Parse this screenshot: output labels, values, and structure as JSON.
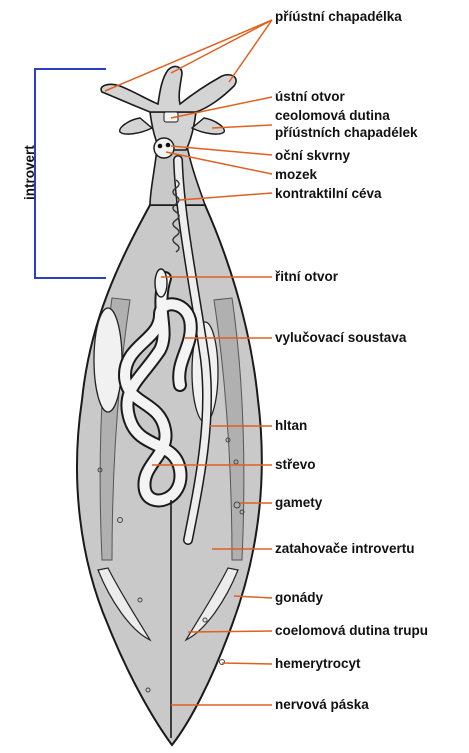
{
  "side_label": "introvert",
  "labels": {
    "tentacles": "příústní chapadélka",
    "mouth": "ústní otvor",
    "tentacle_coelom_1": "ceolomová dutina",
    "tentacle_coelom_2": "příústních chapadélek",
    "eyespots": "oční skvrny",
    "brain": "mozek",
    "contractile_vessel": "kontraktilní céva",
    "anus": "řitní otvor",
    "excretory_system": "vylučovací soustava",
    "pharynx": "hltan",
    "intestine": "střevo",
    "gametes": "gamety",
    "retractors": "zatahovače introvertu",
    "gonads": "gonády",
    "trunk_coelom": "coelomová dutina trupu",
    "hemerythrocyte": "hemerytrocyt",
    "nerve_cord": "nervová páska"
  },
  "colors": {
    "leader_line": "#e0601e",
    "bracket": "#2b3fbf",
    "body_fill": "#c9c9c9",
    "outline": "#1a1a1a"
  }
}
